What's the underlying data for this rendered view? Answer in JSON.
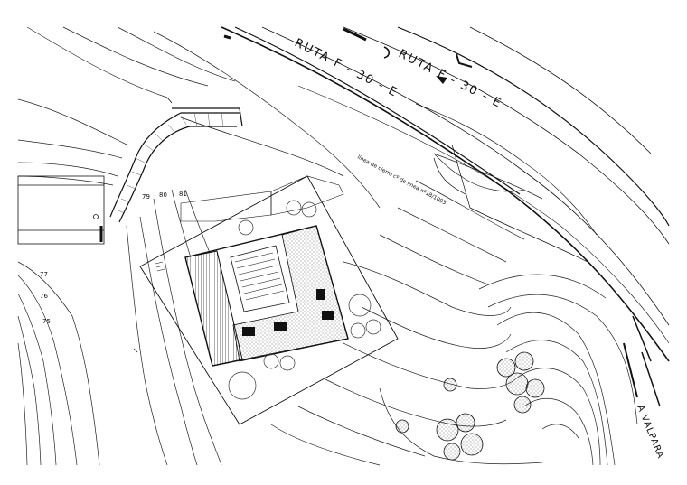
{
  "road_labels": {
    "ruta_1": "RUTA F - 30 - E",
    "ruta_2": "RUTA F - 30 - E",
    "destination": "A VALPARA",
    "closure_line": "línea de cierro cº de línea nº18/1003"
  },
  "contour_labels": [
    "77",
    "76",
    "75",
    "79",
    "80",
    "81"
  ],
  "colors": {
    "ink": "#111111",
    "paper": "#ffffff",
    "hatch": "#555555"
  }
}
